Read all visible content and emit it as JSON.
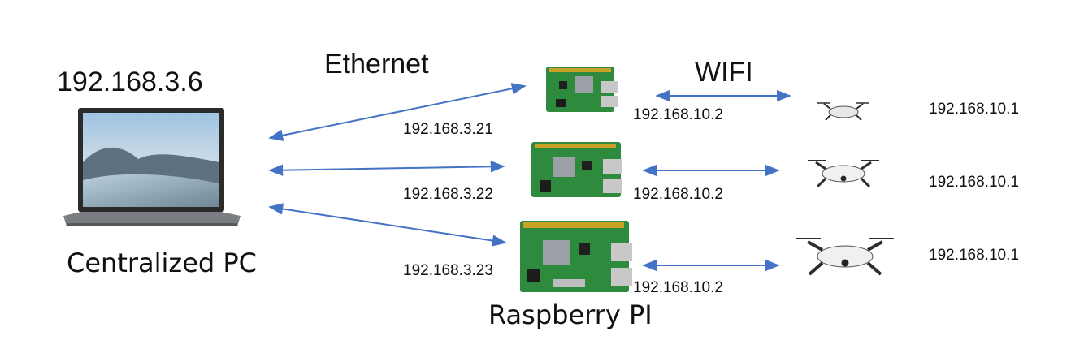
{
  "pc": {
    "ip": "192.168.3.6",
    "caption": "Centralized PC"
  },
  "links": {
    "ethernet_label": "Ethernet",
    "wifi_label": "WIFI"
  },
  "raspberry": {
    "caption": "Raspberry PI"
  },
  "rows": [
    {
      "eth_ip": "192.168.3.21",
      "pi_wifi_ip": "192.168.10.2",
      "drone_ip": "192.168.10.1"
    },
    {
      "eth_ip": "192.168.3.22",
      "pi_wifi_ip": "192.168.10.2",
      "drone_ip": "192.168.10.1"
    },
    {
      "eth_ip": "192.168.3.23",
      "pi_wifi_ip": "192.168.10.2",
      "drone_ip": "192.168.10.1"
    }
  ],
  "colors": {
    "arrow": "#4472c4",
    "board": "#2e8b3e"
  }
}
